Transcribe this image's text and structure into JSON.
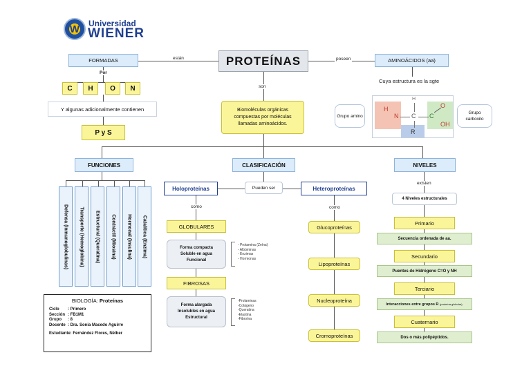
{
  "logo": {
    "line1": "Universidad",
    "line2": "WIENER",
    "letter": "W"
  },
  "title": "PROTEÍNAS",
  "formadas": {
    "label": "FORMADAS",
    "connector": "están",
    "por": "Por",
    "elements": [
      "C",
      "H",
      "O",
      "N"
    ],
    "adicional": "Y algunas adicionalmente contienen",
    "extra": "P y S"
  },
  "aminoacidos": {
    "connector": "poseen",
    "label": "AMINOÁCIDOS (aa)",
    "estructura": "Cuya estructura es la sgte",
    "grupo_amino": "Grupo amino",
    "grupo_carboxilo": "Grupo carboxilo",
    "atoms": {
      "H": "H",
      "N": "N",
      "C": "C",
      "O": "O",
      "OH": "OH",
      "R": "R"
    }
  },
  "son": "son",
  "definicion": "Biomoléculas orgánicas compuestas por moléculas llamadas aminoácidos.",
  "funciones": {
    "label": "FUNCIONES",
    "items": [
      "Defensa (Inmunoglobulinas)",
      "Transporte (Hemoglobina)",
      "Estructural (Queratina)",
      "Contráctil (Miosina)",
      "Hormonal (Insulina)",
      "Catalítica (Enzima)"
    ]
  },
  "clasificacion": {
    "label": "CLASIFICACIÓN",
    "pueden_ser": "Pueden ser",
    "holo": "Holoproteínas",
    "hetero": "Heteroproteínas",
    "como": "como",
    "globulares": "GLOBULARES",
    "globulares_desc": "Forma compacta Soluble en agua Funcional",
    "globulares_list": [
      "- Protamina (Zeína)",
      "- Albúminas",
      "- Enzimas",
      "- Hormonas"
    ],
    "fibrosas": "FIBROSAS",
    "fibrosas_desc": "Forma alargada Insolubles en agua Estructural",
    "fibrosas_list": [
      "-Prolaminas",
      "-Colágeno",
      "-Queratina",
      "-Elastina",
      "-Fibroína"
    ],
    "hetero_items": [
      "Glucoproteínas",
      "Lipoproteínas",
      "Nucleoproteína",
      "Cromoproteínas"
    ]
  },
  "niveles": {
    "label": "NIVELES",
    "existen": "existen",
    "cuatro": "4 Niveles estructurales",
    "items": [
      {
        "name": "Primario",
        "desc": "Secuencia ordenada de aa."
      },
      {
        "name": "Secundario",
        "desc": "Puentes de Hidrógeno C=O y NH"
      },
      {
        "name": "Terciario",
        "desc": "Interacciones entre grupos R",
        "note": "(proteína globular)."
      },
      {
        "name": "Cuaternario",
        "desc": "Dos o más polipéptidos."
      }
    ]
  },
  "info": {
    "heading_prefix": "BIOLOGÍA: ",
    "heading": "Proteínas",
    "rows": [
      {
        "k": "Ciclo",
        "v": ": Primero"
      },
      {
        "k": "Sección",
        "v": ": FB1M1"
      },
      {
        "k": "Grupo",
        "v": ": 8"
      },
      {
        "k": "Docente",
        "v": ": Dra. Sonia Macedo Aguirre"
      }
    ],
    "estudiante_k": "Estudiante",
    "estudiante_v": ": Fernández Flores, Nélber"
  },
  "colors": {
    "blue_fill": "#dcecfa",
    "yellow_fill": "#fbf59a",
    "green_fill": "#dfeecf",
    "accent": "#1f3f8f"
  }
}
